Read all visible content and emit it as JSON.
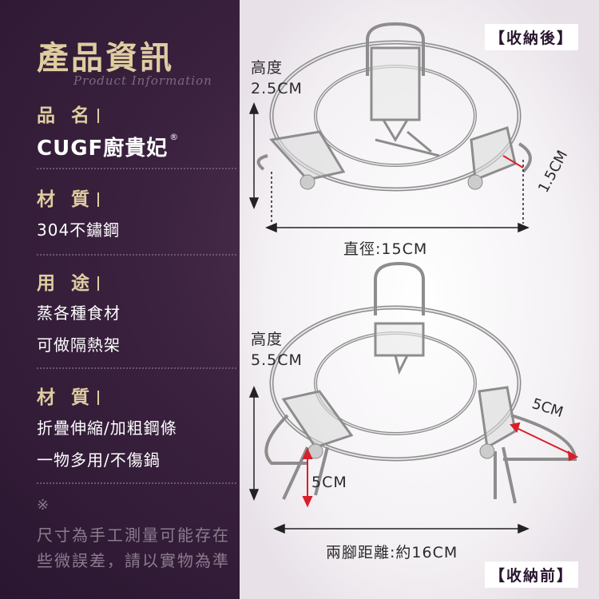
{
  "header": {
    "title": "產品資訊",
    "subtitle": "Product Information"
  },
  "specs": [
    {
      "label": "品 名",
      "value": ""
    },
    {
      "label": "材 質",
      "value": "304不鏽鋼"
    },
    {
      "label": "用 途",
      "lines": [
        "蒸各種食材",
        "可做隔熱架"
      ]
    },
    {
      "label": "材 質",
      "lines": [
        "折疊伸縮/加粗鋼條",
        "一物多用/不傷鍋"
      ]
    }
  ],
  "brand": {
    "text": "CUGF廚貴妃",
    "mark": "®"
  },
  "note": {
    "mark": "※",
    "lines": [
      "尺寸為手工測量可能存在",
      "些微誤差，請以實物為準"
    ]
  },
  "tags": {
    "stored": "【收納後】",
    "unfolded": "【收納前】"
  },
  "dimensions": {
    "top_height_label": "高度",
    "top_height_value": "2.5CM",
    "top_side": "1.5CM",
    "diameter": "直徑:15CM",
    "bottom_height_label": "高度",
    "bottom_height_value": "5.5CM",
    "leg_span": "5CM",
    "leg_height": "5CM",
    "feet_distance": "兩腳距離:約16CM"
  },
  "colors": {
    "gold": "#e0cda0",
    "bg_dark": "#2a1630",
    "accent_red": "#d81f2a"
  }
}
